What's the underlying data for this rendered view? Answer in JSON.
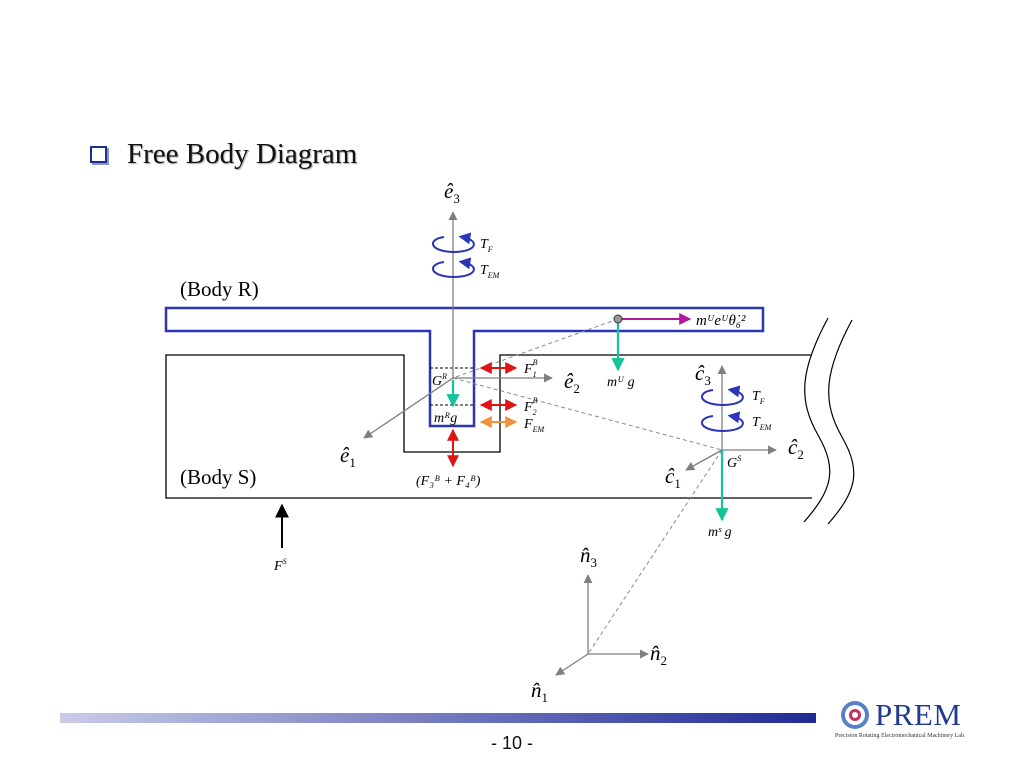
{
  "slide": {
    "title": "Free Body Diagram",
    "page_number": "- 10 -"
  },
  "diagram": {
    "bodies": {
      "body_r": "(Body R)",
      "body_s": "(Body S)"
    },
    "axes": {
      "e1": {
        "base": "ê",
        "sub": "1"
      },
      "e2": {
        "base": "ê",
        "sub": "2"
      },
      "e3": {
        "base": "ê",
        "sub": "3"
      },
      "c1": {
        "base": "ĉ",
        "sub": "1"
      },
      "c2": {
        "base": "ĉ",
        "sub": "2"
      },
      "c3": {
        "base": "ĉ",
        "sub": "3"
      },
      "n1": {
        "base": "n̂",
        "sub": "1"
      },
      "n2": {
        "base": "n̂",
        "sub": "2"
      },
      "n3": {
        "base": "n̂",
        "sub": "3"
      }
    },
    "torques": {
      "tf_base": "T",
      "tf_sub": "F",
      "tem_base": "T",
      "tem_sub": "EM"
    },
    "forces": {
      "f1_base": "F",
      "f1_sub": "1",
      "f1_sup": "B",
      "f2_base": "F",
      "f2_sub": "2",
      "f2_sup": "B",
      "fem_base": "F",
      "fem_sub": "EM",
      "fs_base": "F",
      "fs_sup": "S",
      "f34": "(F₃ᴮ + F₄ᴮ)",
      "unbalance": "mᵁeᵁθ̇₆²"
    },
    "points": {
      "gr_base": "G",
      "gr_sup": "R",
      "gs_base": "G",
      "gs_sup": "S"
    },
    "weights": {
      "mr_g": "mᴿg",
      "mu_g": "mᵁ g",
      "ms_g": "mˢ g"
    },
    "colors": {
      "body_r": "#2b35b5",
      "body_s": "#000000",
      "axis": "#7f7f7f",
      "bearing_force": "#e01414",
      "em_force": "#f2923a",
      "gravity": "#13c39a",
      "unbalance_force": "#b0199e",
      "torque": "#2b35b5"
    }
  },
  "logo": {
    "name": "PREM",
    "subtitle": "Precision Rotating Electromechanical Machinery Lab."
  }
}
